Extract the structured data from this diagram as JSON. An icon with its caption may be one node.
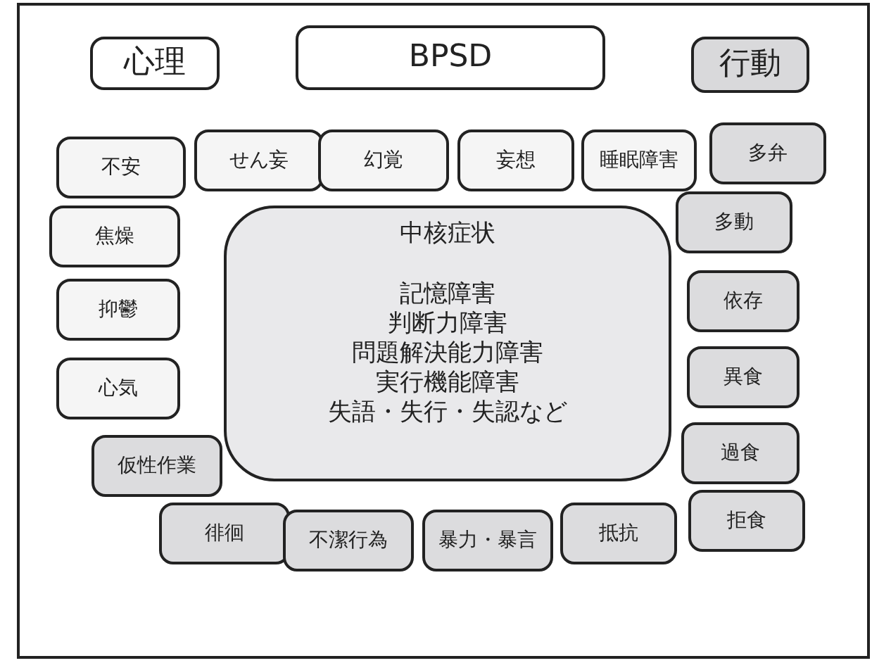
{
  "diagram": {
    "nodes": [
      {
        "text": [
          "心理"
        ]
      },
      {
        "text": [
          "BPSD"
        ]
      },
      {
        "text": [
          "行動"
        ]
      },
      {
        "text": [
          "不安"
        ]
      },
      {
        "text": [
          "せん妄"
        ]
      },
      {
        "text": [
          "幻覚"
        ]
      },
      {
        "text": [
          "妄想"
        ]
      },
      {
        "text": [
          "睡眠障害"
        ]
      },
      {
        "text": [
          "多弁"
        ]
      },
      {
        "text": [
          "焦燥"
        ]
      },
      {
        "text": [
          "中核症状",
          "記憶障害判断力障害問題解決能力障害実行機能障害失語・失行・失認など"
        ]
      },
      {
        "text": [
          "多動"
        ]
      },
      {
        "text": [
          "抑鬱"
        ]
      },
      {
        "text": [
          "依存"
        ]
      },
      {
        "text": [
          "心気"
        ]
      },
      {
        "text": [
          "異食"
        ]
      },
      {
        "text": [
          "仮性作業"
        ]
      },
      {
        "text": [
          "過食"
        ]
      },
      {
        "text": [
          "徘徊"
        ]
      },
      {
        "text": [
          "不潔行為"
        ]
      },
      {
        "text": [
          "暴力・暴言"
        ]
      },
      {
        "text": [
          "抵抗"
        ]
      },
      {
        "text": [
          "拒食"
        ]
      }
    ]
  }
}
